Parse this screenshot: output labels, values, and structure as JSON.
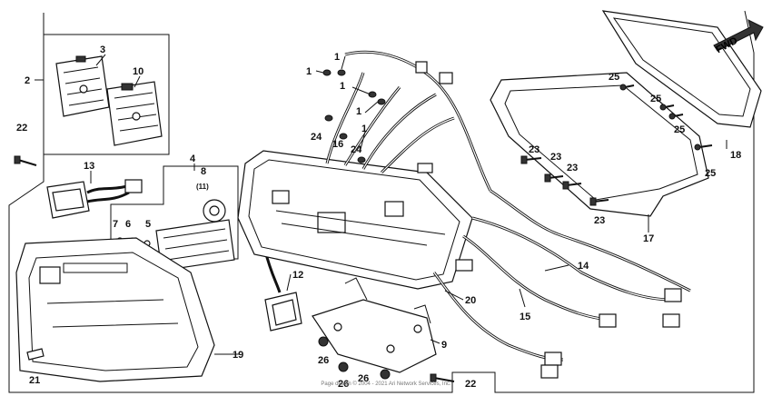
{
  "diagram": {
    "callouts": [
      {
        "id": "c1a",
        "text": "1"
      },
      {
        "id": "c1b",
        "text": "1"
      },
      {
        "id": "c1c",
        "text": "1"
      },
      {
        "id": "c1d",
        "text": "1"
      },
      {
        "id": "c1e",
        "text": "1"
      },
      {
        "id": "c2",
        "text": "2"
      },
      {
        "id": "c3",
        "text": "3"
      },
      {
        "id": "c4",
        "text": "4"
      },
      {
        "id": "c5",
        "text": "5"
      },
      {
        "id": "c6",
        "text": "6"
      },
      {
        "id": "c7",
        "text": "7"
      },
      {
        "id": "c8",
        "text": "8"
      },
      {
        "id": "c9",
        "text": "9"
      },
      {
        "id": "c10",
        "text": "10"
      },
      {
        "id": "c11",
        "text": "(11)"
      },
      {
        "id": "c12",
        "text": "12"
      },
      {
        "id": "c13",
        "text": "13"
      },
      {
        "id": "c14",
        "text": "14"
      },
      {
        "id": "c15",
        "text": "15"
      },
      {
        "id": "c16",
        "text": "16"
      },
      {
        "id": "c17",
        "text": "17"
      },
      {
        "id": "c18",
        "text": "18"
      },
      {
        "id": "c19",
        "text": "19"
      },
      {
        "id": "c20",
        "text": "20"
      },
      {
        "id": "c21",
        "text": "21"
      },
      {
        "id": "c22a",
        "text": "22"
      },
      {
        "id": "c22b",
        "text": "22"
      },
      {
        "id": "c23a",
        "text": "23"
      },
      {
        "id": "c23b",
        "text": "23"
      },
      {
        "id": "c23c",
        "text": "23"
      },
      {
        "id": "c23d",
        "text": "23"
      },
      {
        "id": "c24a",
        "text": "24"
      },
      {
        "id": "c24b",
        "text": "24"
      },
      {
        "id": "c25a",
        "text": "25"
      },
      {
        "id": "c25b",
        "text": "25"
      },
      {
        "id": "c25c",
        "text": "25"
      },
      {
        "id": "c25d",
        "text": "25"
      },
      {
        "id": "c26a",
        "text": "26"
      },
      {
        "id": "c26b",
        "text": "26"
      },
      {
        "id": "c26c",
        "text": "26"
      }
    ],
    "direction_label": "FWD",
    "footer_text": "Page design © 2004 - 2021 Ari Network Services, Inc."
  }
}
